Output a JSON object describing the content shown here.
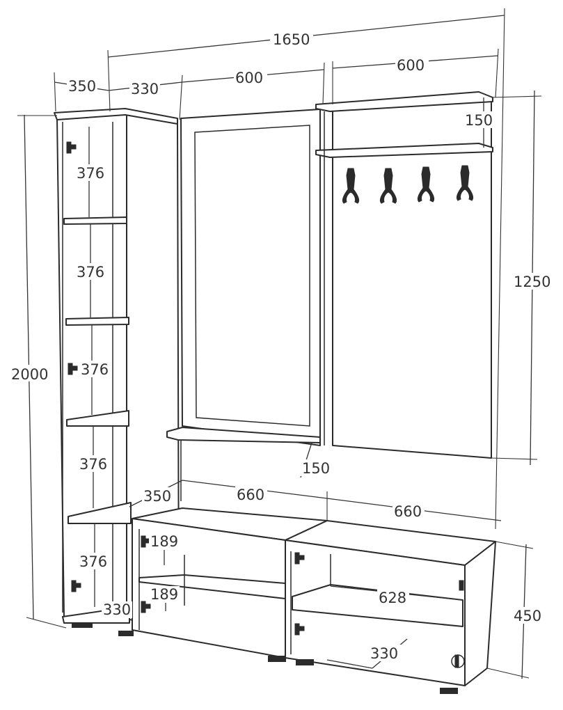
{
  "dimensions": {
    "total_width": "1650",
    "tall_depth": "350",
    "tall_width": "330",
    "mirror_width": "600",
    "hanger_width": "600",
    "shelf_gap_top": "150",
    "total_height": "2000",
    "hanger_height": "1250",
    "mirror_shelf": "150",
    "shelf_376_a": "376",
    "shelf_376_b": "376",
    "shelf_376_c": "376",
    "shelf_376_d": "376",
    "shelf_376_e": "376",
    "bench_depth": "350",
    "bench_left_width": "660",
    "bench_right_width": "660",
    "bench_height": "450",
    "bench_inner_width": "628",
    "cell_189_a": "189",
    "cell_189_b": "189",
    "tall_bottom_depth": "330",
    "bench_bottom_depth": "330"
  }
}
